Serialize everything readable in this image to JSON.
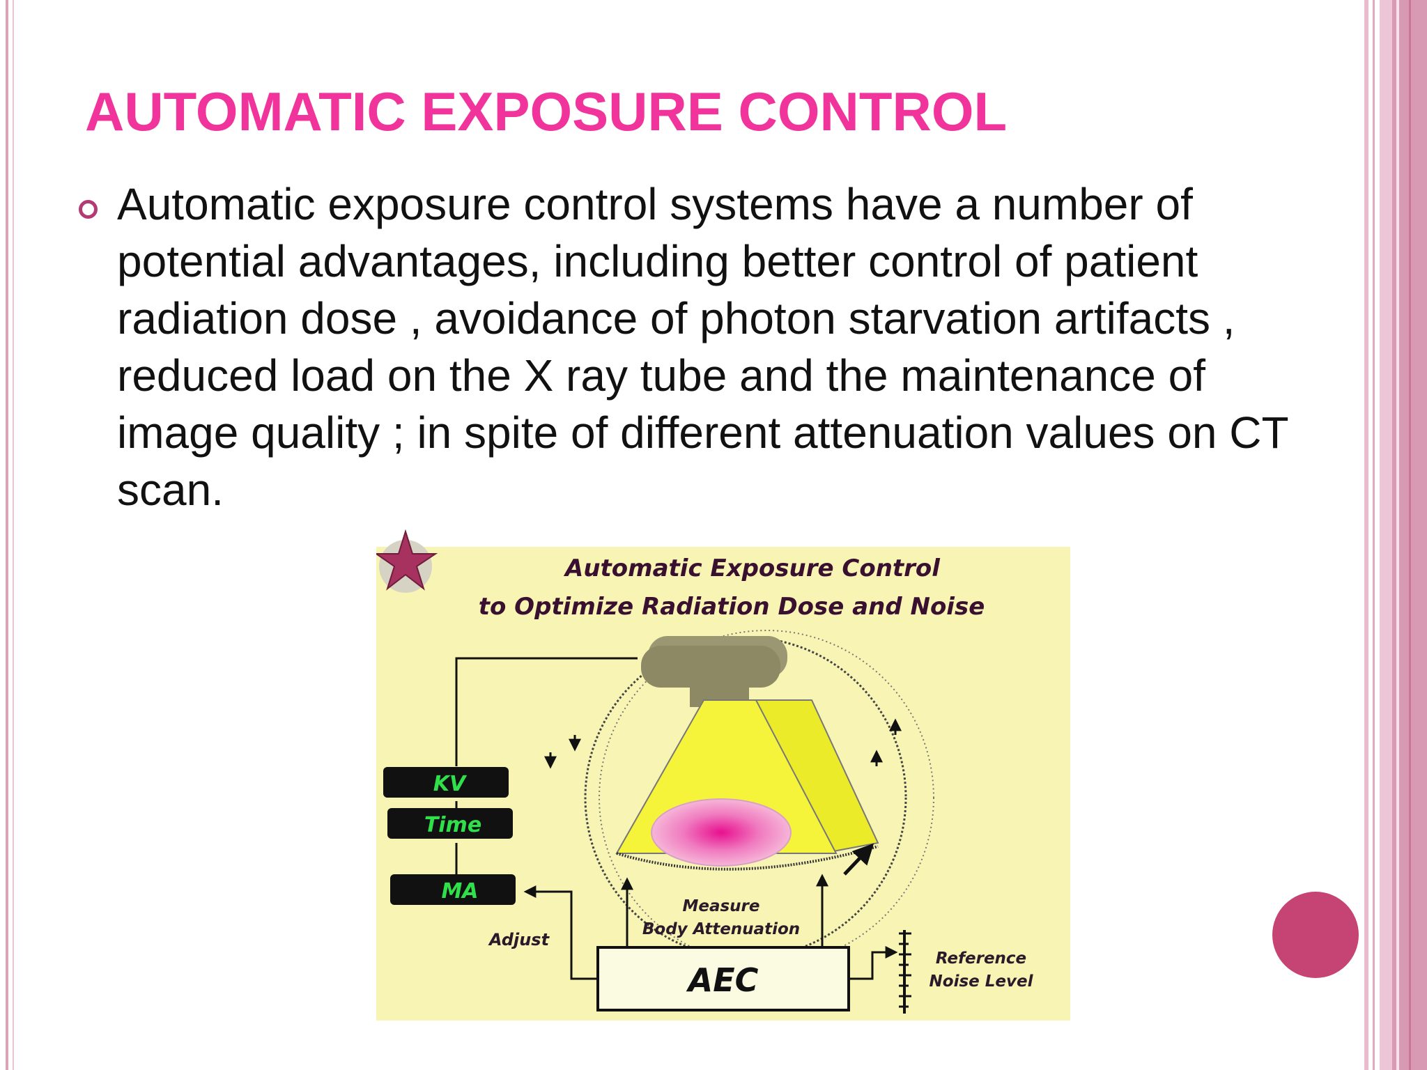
{
  "slide": {
    "title": "AUTOMATIC EXPOSURE CONTROL",
    "bullet_text": "Automatic exposure control systems have a number of potential advantages, including better control of patient radiation dose , avoidance of photon starvation artifacts , reduced load on the X ray tube and the maintenance of image quality ; in spite of different attenuation values on CT scan."
  },
  "diagram": {
    "title_line1": "Automatic Exposure Control",
    "title_line2": "to Optimize Radiation Dose and Noise",
    "kv_label": "KV",
    "time_label": "Time",
    "ma_label": "MA",
    "adjust_label": "Adjust",
    "measure_line1": "Measure",
    "measure_line2": "Body Attenuation",
    "aec_label": "AEC",
    "reference_line1": "Reference",
    "reference_line2": "Noise Level"
  },
  "colors": {
    "title": "#f0349b",
    "accent": "#c54473",
    "diagram_bg": "#f8f5b4",
    "beam": "#f6f43a",
    "label_green": "#2fe04a"
  }
}
